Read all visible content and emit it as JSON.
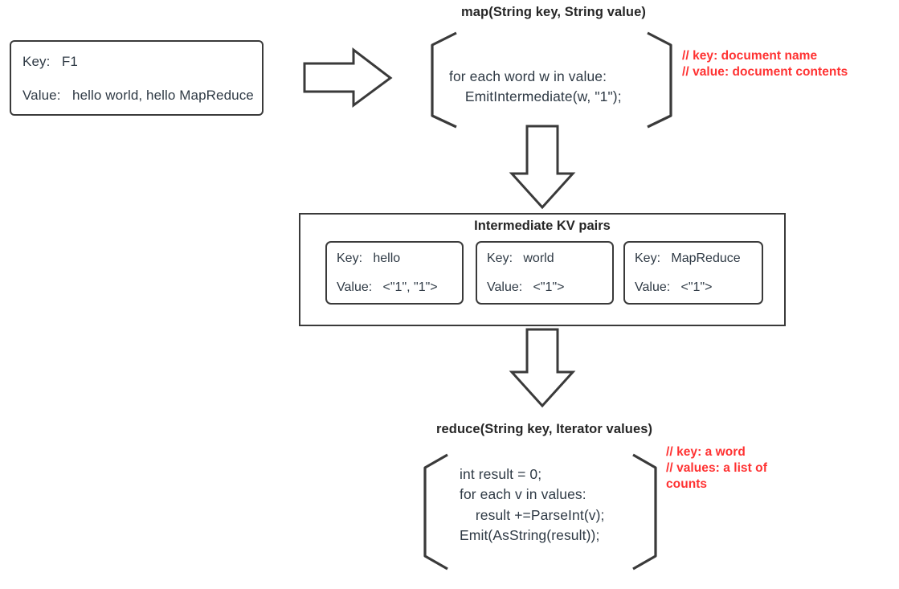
{
  "diagram": {
    "title": "MapReduce word count dataflow",
    "colors": {
      "stroke": "#3a3a3a",
      "text": "#2f3a45",
      "heading": "#262626",
      "comment_red": "#FF3232",
      "background": "#ffffff"
    }
  },
  "input_box": {
    "key_label": "Key:",
    "key_value": "F1",
    "value_label": "Value:",
    "value_value": "hello world, hello MapReduce"
  },
  "map_stage": {
    "heading": "map(String key, String value)",
    "code": "for each word w in value:\n    EmitIntermediate(w, \"1\");",
    "comment": "// key: document name\n// value: document contents"
  },
  "intermediate": {
    "title": "Intermediate KV pairs",
    "cards": [
      {
        "key_label": "Key:",
        "key_value": "hello",
        "value_label": "Value:",
        "value_value": "<\"1\", \"1\">"
      },
      {
        "key_label": "Key:",
        "key_value": "world",
        "value_label": "Value:",
        "value_value": "<\"1\">"
      },
      {
        "key_label": "Key:",
        "key_value": "MapReduce",
        "value_label": "Value:",
        "value_value": "<\"1\">"
      }
    ]
  },
  "reduce_stage": {
    "heading": "reduce(String key, Iterator values)",
    "code": "int result = 0;\nfor each v in values:\n    result +=ParseInt(v);\nEmit(AsString(result));",
    "comment": "// key: a word\n// values: a list of counts"
  },
  "arrows": [
    {
      "name": "input-to-map-arrow",
      "direction": "right"
    },
    {
      "name": "map-to-intermediate-arrow",
      "direction": "down"
    },
    {
      "name": "intermediate-to-reduce-arrow",
      "direction": "down"
    }
  ]
}
